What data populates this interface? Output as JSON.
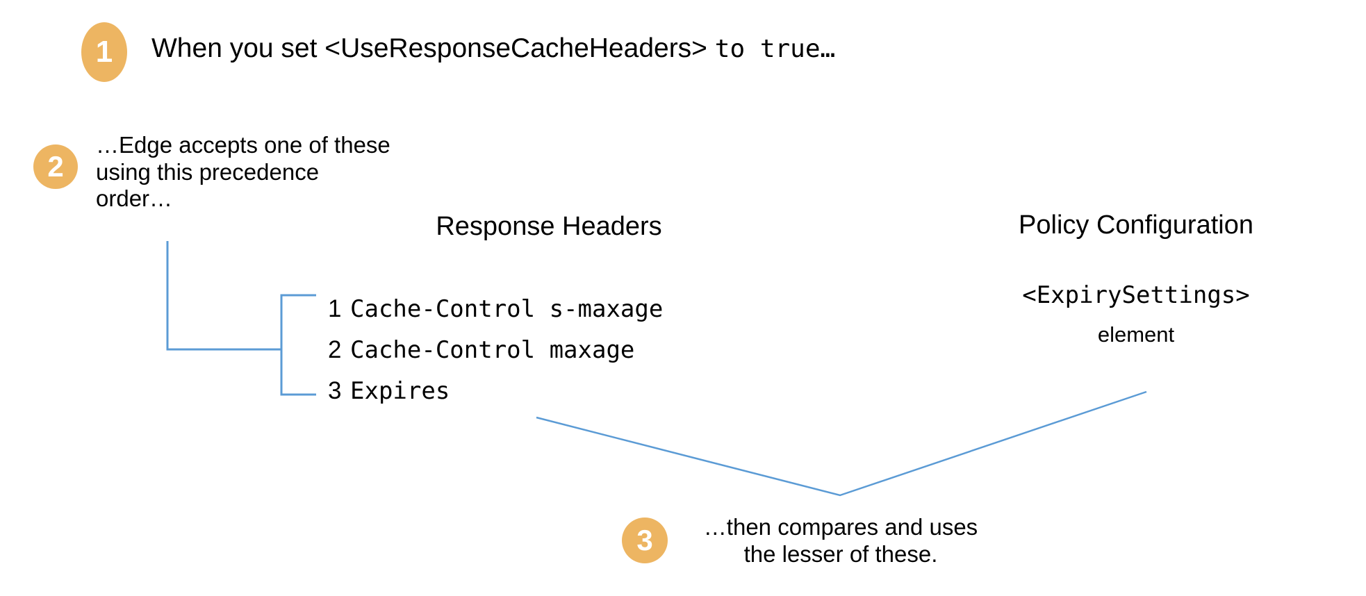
{
  "diagram": {
    "title_flow": "Edge response cache header precedence",
    "background_color": "#FFFFFF",
    "badge_color": "#EDB562",
    "badge_text_color": "#FFFFFF",
    "connector_color": "#5B9BD5"
  },
  "steps": [
    {
      "number": "1",
      "text_plain": "When you set <UseResponseCacheHeaders> ",
      "text_mono": "to true…"
    },
    {
      "number": "2",
      "text": "…Edge accepts one of these\nusing this precedence\norder…"
    },
    {
      "number": "3",
      "text": "…then compares and uses\nthe lesser of these."
    }
  ],
  "columns": {
    "response_headers": {
      "heading": "Response Headers",
      "items": [
        {
          "number": "1",
          "name": "Cache-Control s-maxage"
        },
        {
          "number": "2",
          "name": "Cache-Control maxage"
        },
        {
          "number": "3",
          "name": "Expires"
        }
      ]
    },
    "policy_configuration": {
      "heading": "Policy Configuration",
      "element_name": "<ExpirySettings>",
      "element_word": "element"
    }
  }
}
